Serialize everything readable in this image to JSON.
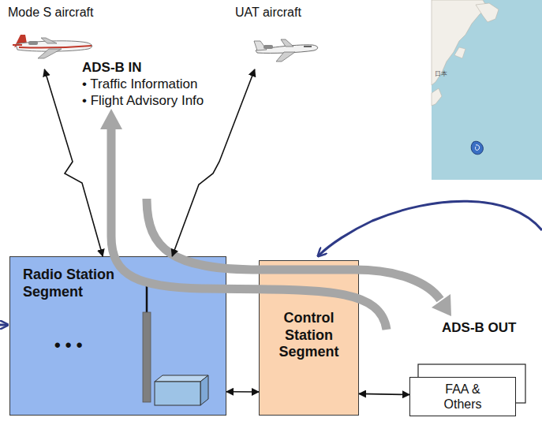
{
  "diagram": {
    "nodes": [
      {
        "text": [
          "Mode S aircraft"
        ]
      },
      {
        "text": [
          "UAT aircraft"
        ]
      },
      {
        "text": [
          "Radio Station Segment",
          "• • •"
        ]
      },
      {
        "text": [
          "Control Station Segment"
        ]
      },
      {
        "text": [
          "FAA & Others"
        ]
      }
    ],
    "edges": [
      {
        "from": 2,
        "to": 0,
        "arrow": "both"
      },
      {
        "from": 2,
        "to": 1,
        "arrow": "both"
      },
      {
        "from": 2,
        "to": 3,
        "arrow": "both"
      },
      {
        "from": 3,
        "to": 4,
        "arrow": "both"
      }
    ],
    "labels": [
      "ADS-B IN",
      "• Traffic Information",
      "• Flight Advisory Info",
      "ADS-B OUT",
      "日本"
    ]
  }
}
